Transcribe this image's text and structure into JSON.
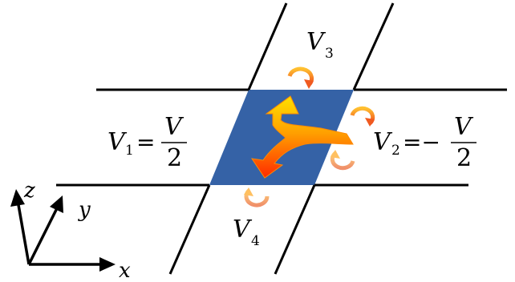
{
  "labels": {
    "v1": {
      "name": "V",
      "sub": "1",
      "eq": "=",
      "num": "V",
      "den": "2"
    },
    "v2": {
      "name": "V",
      "sub": "2",
      "eq": "=−",
      "num": "V",
      "den": "2"
    },
    "v3": {
      "name": "V",
      "sub": "3"
    },
    "v4": {
      "name": "V",
      "sub": "4"
    }
  },
  "axes": {
    "x": "x",
    "y": "y",
    "z": "z"
  },
  "colors": {
    "square": "#3562a6",
    "leads": "#000000",
    "arrow_top": "#ffd400",
    "arrow_bottom": "#ff3d0a",
    "rotation_top": "#ffb020",
    "rotation_bottom": "#f0501e"
  },
  "icons": {
    "split-arrow": "y-shaped current split arrow",
    "rotation-v3": "circular arrow",
    "rotation-v2-upper": "circular arrow",
    "rotation-v2-lower": "circular arrow",
    "rotation-v4": "circular arrow"
  }
}
